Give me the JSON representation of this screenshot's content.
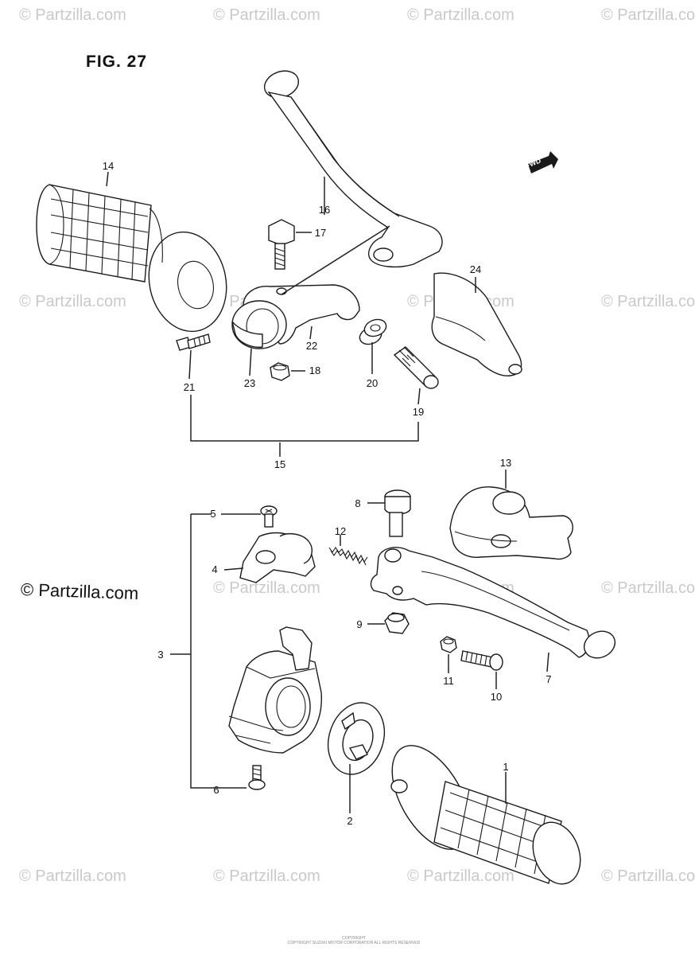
{
  "figure": {
    "title": "FIG. 27"
  },
  "watermark": {
    "text": "© Partzilla.com",
    "credit": "© Partzilla.com"
  },
  "fwd_badge": "FWD",
  "fine_print": {
    "line1": "COPYRIGHT",
    "line2": "COPYRIGHT SUZUKI MOTOR CORPORATION ALL RIGHTS RESERVED"
  },
  "callouts": {
    "p1": "1",
    "p2": "2",
    "p3": "3",
    "p4": "4",
    "p5": "5",
    "p6": "6",
    "p7": "7",
    "p8": "8",
    "p9": "9",
    "p10": "10",
    "p11": "11",
    "p12": "12",
    "p13": "13",
    "p14": "14",
    "p15": "15",
    "p16": "16",
    "p17": "17",
    "p18": "18",
    "p19": "19",
    "p20": "20",
    "p21": "21",
    "p22": "22",
    "p23": "23",
    "p24": "24"
  }
}
